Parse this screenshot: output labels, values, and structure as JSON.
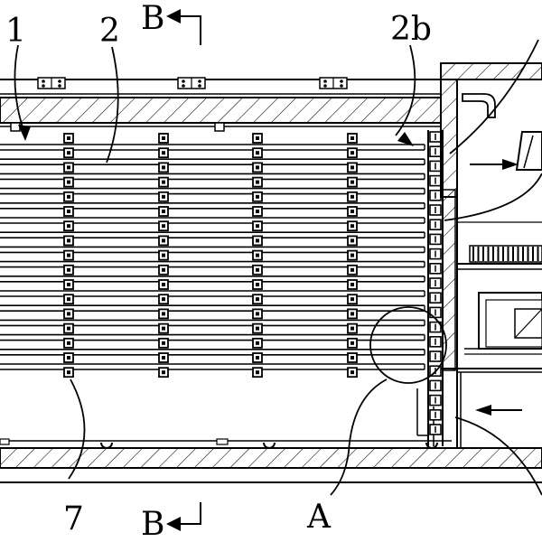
{
  "labels": {
    "one": "1",
    "two": "2",
    "two_b": "2b",
    "seven": "7",
    "a": "A",
    "b_top": "B",
    "b_bottom": "B"
  },
  "colors": {
    "ink": "#000000",
    "paper": "#ffffff"
  }
}
